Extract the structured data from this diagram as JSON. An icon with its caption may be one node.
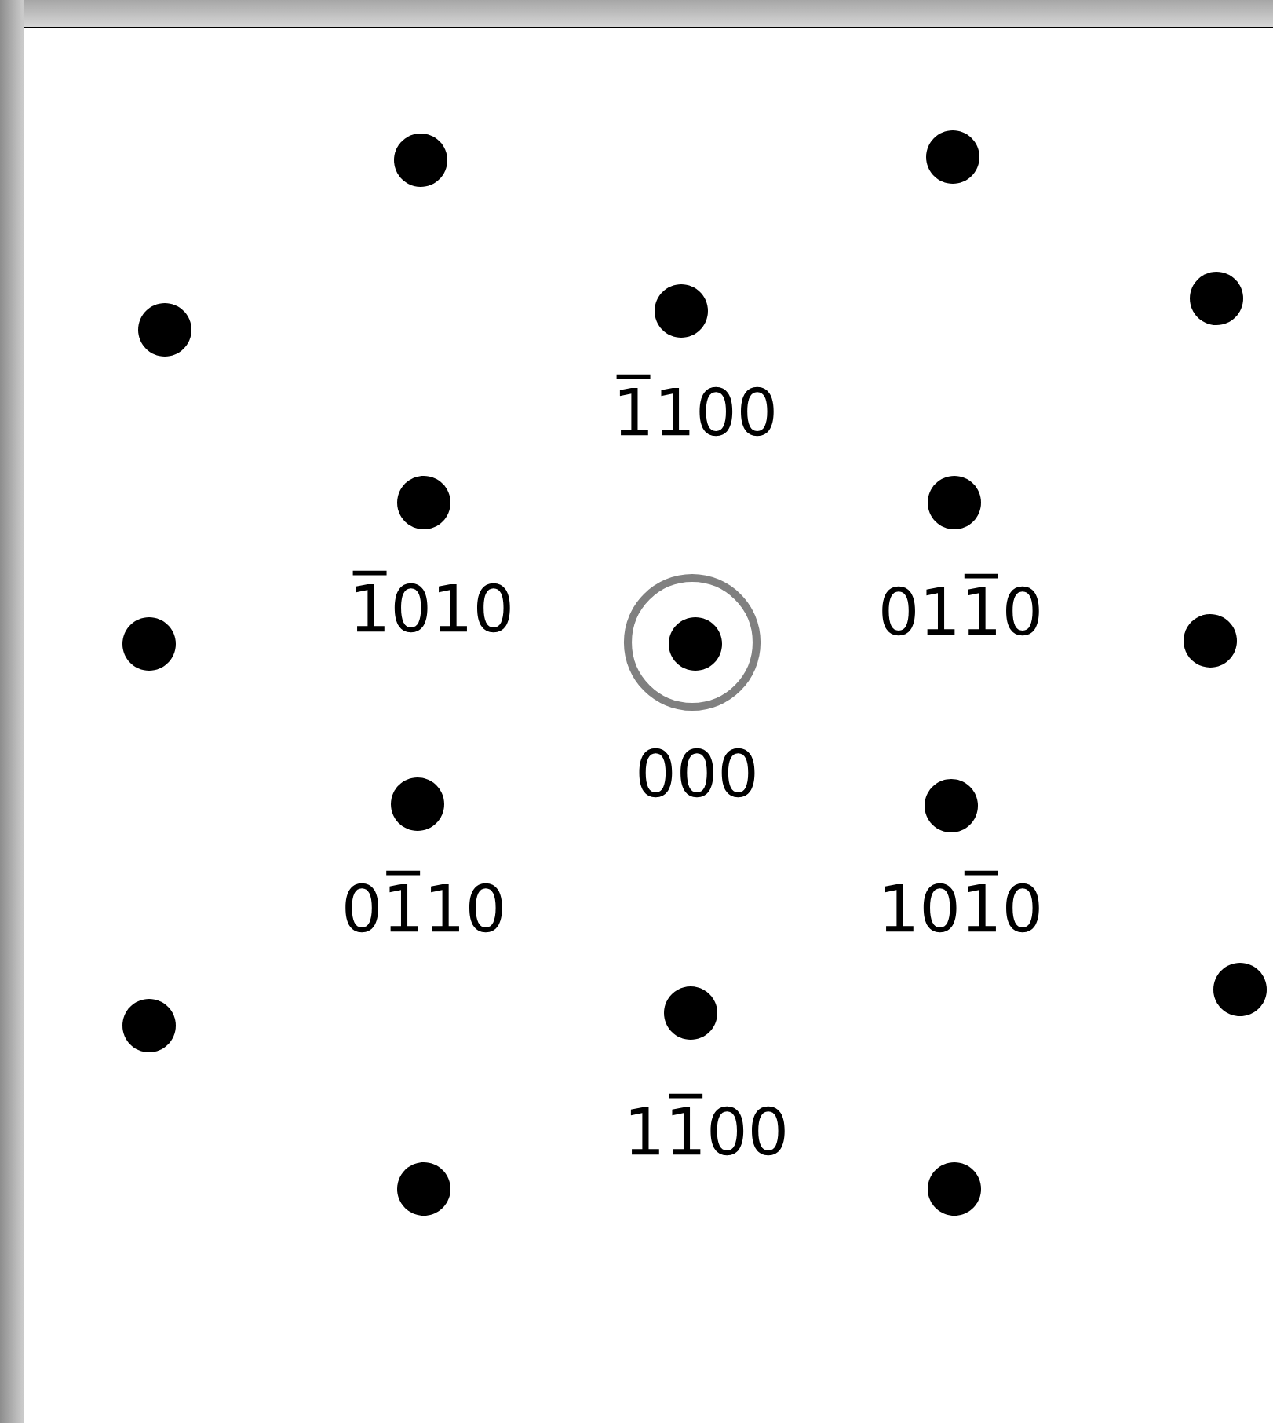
{
  "diagram": {
    "labels": [
      "1̅100",
      "1̅010",
      "011̅0",
      "000",
      "01̅10",
      "101̅0",
      "11̅00"
    ]
  }
}
